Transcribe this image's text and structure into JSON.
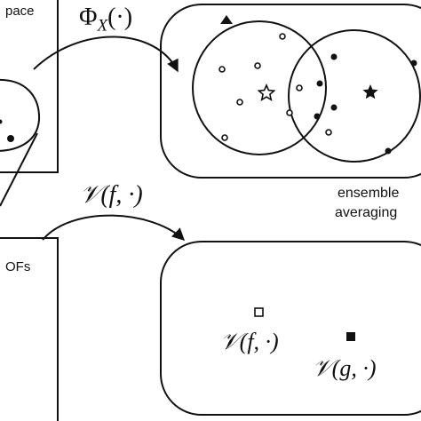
{
  "top_left_label": "pace",
  "bottom_left_label": "OFs",
  "phi_map": {
    "symbol": "Φ",
    "subscript": "X",
    "arg": "(·)"
  },
  "v_map": {
    "symbol": "𝒱",
    "args": "(f, ·)"
  },
  "ensemble_line1": "ensemble",
  "ensemble_line2": "averaging",
  "v_f": {
    "symbol": "𝒱",
    "args": "(f, ·)"
  },
  "v_g": {
    "symbol": "𝒱",
    "args": "(g, ·)"
  },
  "colors": {
    "ink": "#111111",
    "background": "#ffffff"
  },
  "icons": [
    "open-circle-icon",
    "filled-circle-icon",
    "open-star-icon",
    "filled-star-icon",
    "filled-triangle-icon",
    "open-square-icon",
    "filled-square-icon",
    "arrow-icon"
  ]
}
